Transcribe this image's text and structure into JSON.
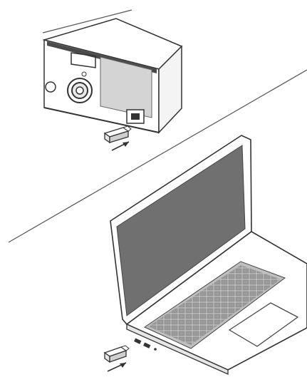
{
  "figure": {
    "scenes": [
      {
        "name": "device",
        "shows": "usb-drive-inserted-into-device-port"
      },
      {
        "name": "laptop",
        "shows": "usb-drive-inserted-into-laptop-port"
      }
    ],
    "colors": {
      "background": "#ffffff",
      "line": "#555555",
      "outline": "#333333",
      "screen": "#707070",
      "panel": "#d4d4d4",
      "keys": "#9a9a9a",
      "keyboard_well": "#bfbfbf",
      "stripe": "#4a4a4a"
    }
  }
}
